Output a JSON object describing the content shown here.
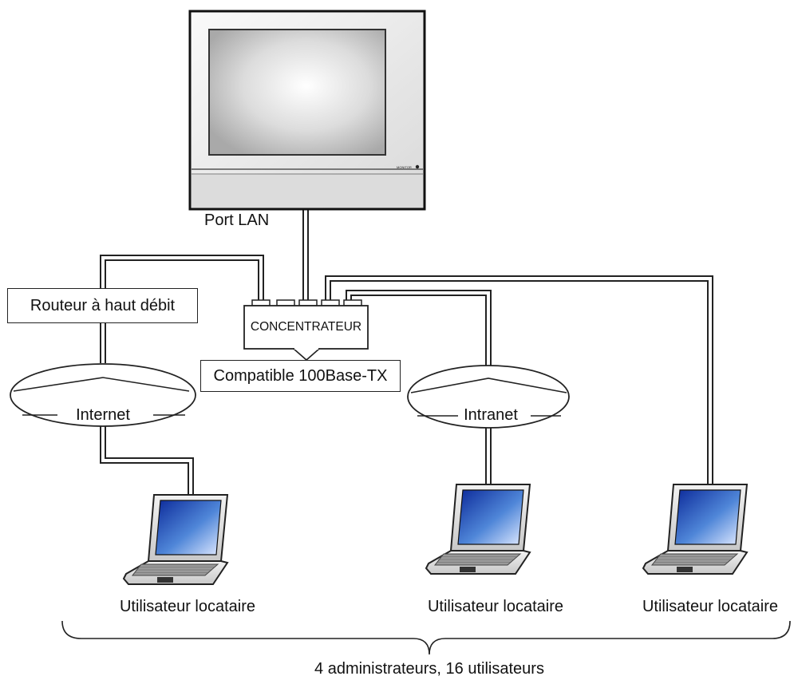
{
  "labels": {
    "port_lan": "Port LAN",
    "router": "Routeur à haut débit",
    "hub": "CONCENTRATEUR",
    "hub_spec": "Compatible 100Base-TX",
    "internet": "Internet",
    "intranet": "Intranet",
    "monitor_badge": "MONITOR",
    "users": [
      "Utilisateur locataire",
      "Utilisateur locataire",
      "Utilisateur locataire"
    ],
    "summary": "4 administrateurs, 16 utilisateurs"
  }
}
